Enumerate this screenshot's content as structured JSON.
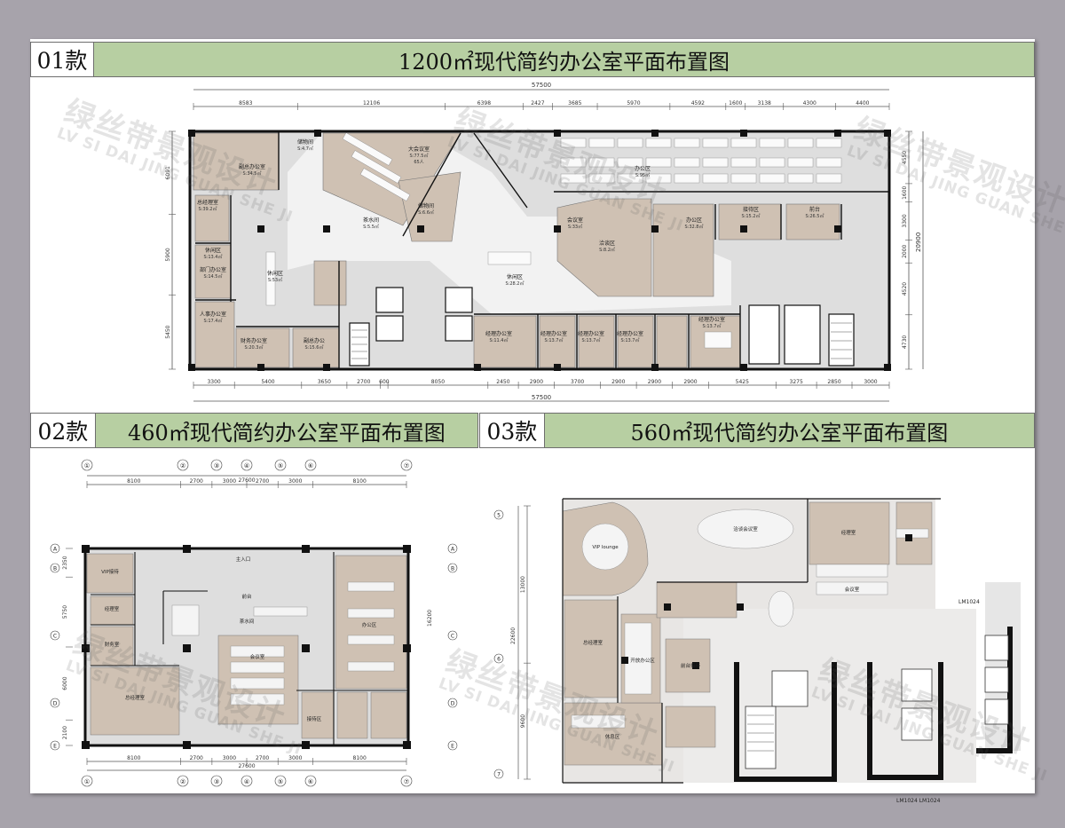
{
  "sheet1": {
    "number": "01款",
    "title": "1200㎡现代简约办公室平面布置图"
  },
  "sheet2": {
    "number": "02款",
    "title": "460㎡现代简约办公室平面布置图"
  },
  "sheet3": {
    "number": "03款",
    "title": "560㎡现代简约办公室平面布置图"
  },
  "plan1": {
    "total_width": "57500",
    "top_dims": [
      "8583",
      "12106",
      "6398",
      "2427",
      "3685",
      "5970",
      "4592",
      "1600",
      "3138",
      "4300",
      "4400"
    ],
    "bottom_dims": [
      "3300",
      "5400",
      "3650",
      "2700",
      "600",
      "8050",
      "2450",
      "2900",
      "3700",
      "2900",
      "2900",
      "2900",
      "5425",
      "3275",
      "2850",
      "3000"
    ],
    "left_dims": [
      "6091",
      "5900",
      "5450"
    ],
    "right_dims": [
      "4550",
      "1600",
      "3300",
      "2000",
      "4520",
      "4730"
    ],
    "right_total": "20900",
    "rooms": [
      {
        "name": "储物间",
        "area": "S:4.7㎡"
      },
      {
        "name": "副总办公室",
        "area": "S:34.5㎡"
      },
      {
        "name": "大会议室",
        "area": "S:77.5㎡",
        "note": "65人"
      },
      {
        "name": "总经理室",
        "area": "S:39.2㎡"
      },
      {
        "name": "储物间",
        "area": "S:6.6㎡"
      },
      {
        "name": "茶水间",
        "area": "S:5.5㎡"
      },
      {
        "name": "办公区",
        "area": "S:95㎡"
      },
      {
        "name": "休闲区",
        "area": "S:13.4㎡"
      },
      {
        "name": "前台",
        "area": "S:26.5㎡"
      },
      {
        "name": "接待区",
        "area": "S:15.2㎡"
      },
      {
        "name": "休闲区",
        "area": "S:53㎡"
      },
      {
        "name": "部门办公室",
        "area": "S:14.5㎡"
      },
      {
        "name": "人事办公室",
        "area": "S:17.4㎡"
      },
      {
        "name": "财务办公室",
        "area": "S:20.3㎡"
      },
      {
        "name": "副总办公",
        "area": "S:15.6㎡"
      },
      {
        "name": "休闲区",
        "area": "S:28.2㎡"
      },
      {
        "name": "经理办公室",
        "area": "S:11.4㎡"
      },
      {
        "name": "经理办公室",
        "area": "S:13.7㎡"
      },
      {
        "name": "经理办公室",
        "area": "S:13.7㎡"
      },
      {
        "name": "经理办公室",
        "area": "S:13.7㎡"
      },
      {
        "name": "经理办公室",
        "area": "S:13.7㎡"
      },
      {
        "name": "会议室",
        "area": "S:33㎡"
      },
      {
        "name": "洽谈区",
        "area": "S:8.2㎡"
      },
      {
        "name": "办公区",
        "area": "S:32.8㎡"
      }
    ]
  },
  "plan2": {
    "total_width": "27600",
    "top_dims": [
      "8100",
      "2700",
      "3000",
      "2700",
      "3000",
      "8100"
    ],
    "left_dims": [
      "2350",
      "5750",
      "6000",
      "2100"
    ],
    "right_total": "16200",
    "col_labels": [
      "①",
      "②",
      "③",
      "④",
      "⑤",
      "⑥",
      "⑦"
    ],
    "row_labels": [
      "A",
      "B",
      "C",
      "D",
      "E"
    ],
    "rooms": [
      "主入口",
      "VIP接待",
      "经理室",
      "总经理室",
      "办公区",
      "会议室",
      "茶水间",
      "前台",
      "财务室",
      "接待区"
    ]
  },
  "plan3": {
    "left_dims": [
      "13000",
      "9600"
    ],
    "left_total": "22600",
    "axis_labels": [
      "5",
      "6",
      "7"
    ],
    "markers": [
      "LM1024",
      "LM1024 LM1024"
    ],
    "rooms": [
      "VIP lounge",
      "洽谈会议室",
      "总经理室",
      "开放办公区",
      "经理室",
      "会议室",
      "前台接待",
      "休息区"
    ]
  },
  "watermark": {
    "cn": "绿丝带景观设计",
    "en": "LV SI DAI JING GUAN SHE JI"
  },
  "colors": {
    "header_green": "#b7cfa2",
    "floor_gray": "#dcdcdc",
    "room_tan": "#cfc1b3",
    "wall": "#111111",
    "background": "#a7a3ab"
  }
}
